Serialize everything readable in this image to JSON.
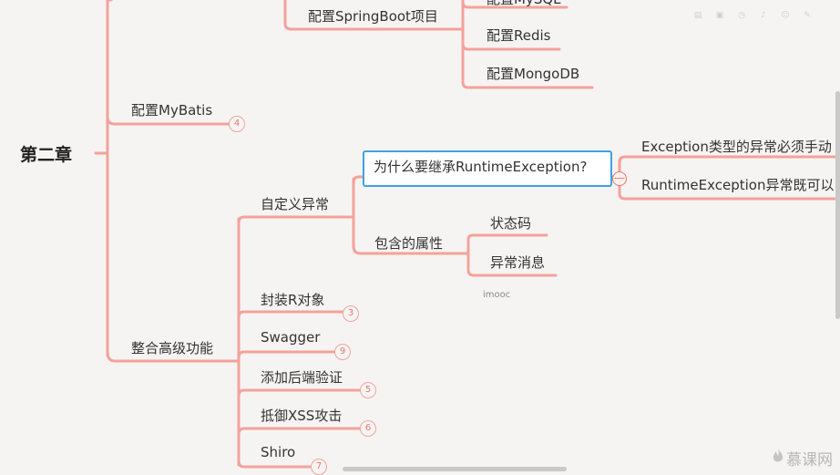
{
  "root": {
    "label": "第二章"
  },
  "branches": {
    "springboot": {
      "label": "配置SpringBoot项目"
    },
    "mysql": {
      "label": "配置MySQL"
    },
    "redis": {
      "label": "配置Redis"
    },
    "mongodb": {
      "label": "配置MongoDB"
    },
    "mybatis": {
      "label": "配置MyBatis",
      "badge": "4"
    },
    "advanced": {
      "label": "整合高级功能"
    },
    "custom_exception": {
      "label": "自定义异常"
    },
    "why_runtime": {
      "label": "为什么要继承RuntimeException?",
      "collapse": "—"
    },
    "exception_note": {
      "label": "Exception类型的异常必须手动"
    },
    "runtime_note": {
      "label": "RuntimeException异常既可以"
    },
    "attrs": {
      "label": "包含的属性"
    },
    "status_code": {
      "label": "状态码"
    },
    "error_msg": {
      "label": "异常消息"
    },
    "r_object": {
      "label": "封装R对象",
      "badge": "3"
    },
    "swagger": {
      "label": "Swagger",
      "badge": "9"
    },
    "backend_validation": {
      "label": "添加后端验证",
      "badge": "5"
    },
    "xss": {
      "label": "抵御XSS攻击",
      "badge": "6"
    },
    "shiro": {
      "label": "Shiro",
      "badge": "7"
    }
  },
  "watermark": "imooc",
  "brand": {
    "name": "慕课网",
    "icon": "flame-icon"
  },
  "toolbar_icons": [
    "menu-icon",
    "image-icon",
    "clock-icon",
    "sound-icon",
    "emoji-icon",
    "pin-icon"
  ],
  "colors": {
    "line": "#f4a29a",
    "selected": "#3ba3e4",
    "badge": "#e8776a",
    "background": "#f5f4f3"
  }
}
